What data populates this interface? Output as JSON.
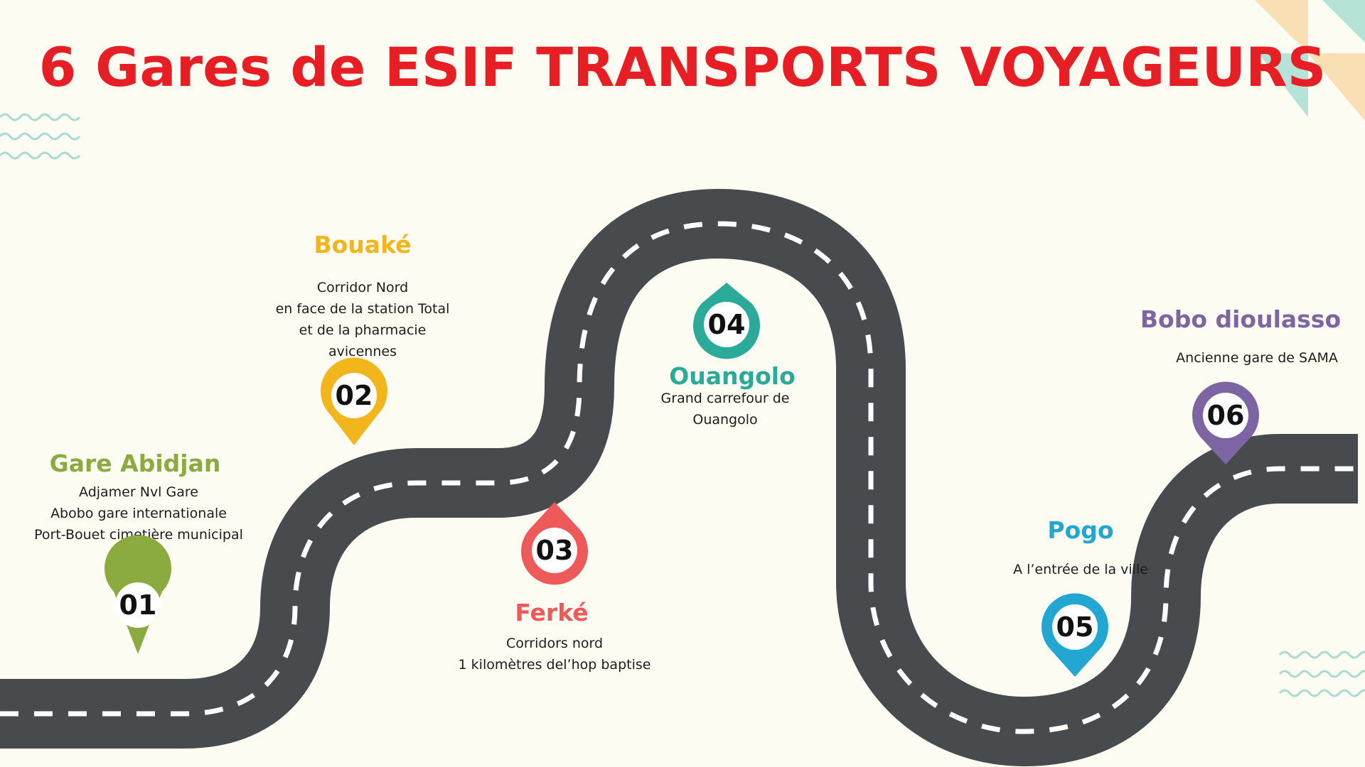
{
  "title": "6 Gares de ESIF TRANSPORTS VOYAGEURS",
  "colors": {
    "background": "#FDFCF3",
    "title": "#E81E25",
    "road": "#474B4D",
    "road_dash": "#FFFFFF"
  },
  "stops": [
    {
      "number": "01",
      "name": "Gare Abidjan",
      "color": "#8BAA3F",
      "lines": [
        "Adjamer Nvl Gare",
        "Abobo gare internationale",
        "Port-Bouet cimetière municipal"
      ]
    },
    {
      "number": "02",
      "name": "Bouaké",
      "color": "#F2B51B",
      "lines": [
        "Corridor Nord",
        "en face de la station Total",
        "et de la pharmacie",
        "avicennes"
      ]
    },
    {
      "number": "03",
      "name": "Ferké",
      "color": "#EE5A5A",
      "lines": [
        "Corridors nord",
        "1 kilomètres del’hop baptise"
      ]
    },
    {
      "number": "04",
      "name": "Ouangolo",
      "color": "#2CAA99",
      "lines": [
        "Grand carrefour de",
        "Ouangolo"
      ]
    },
    {
      "number": "05",
      "name": "Pogo",
      "color": "#22A6D2",
      "lines": [
        "A l’entrée de la ville"
      ]
    },
    {
      "number": "06",
      "name": "Bobo dioulasso",
      "color": "#7D64A3",
      "lines": [
        "Ancienne gare de SAMA"
      ]
    }
  ]
}
